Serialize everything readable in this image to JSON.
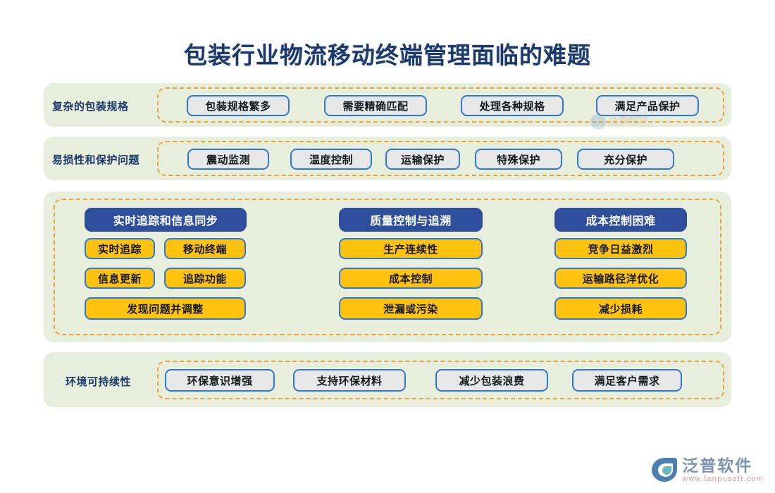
{
  "title": "包装行业物流移动终端管理面临的难题",
  "colors": {
    "title_navy": "#1b3a6b",
    "panel_green": "#e7eedc",
    "dashed_orange": "#e9a43c",
    "pill_border_blue": "#2f78cc",
    "pill_gray": "#e7e7e7",
    "pill_yellow": "#ffc20e",
    "pill_navy": "#2f4f9e",
    "page_background": "#ffffff"
  },
  "sections": [
    {
      "id": "packaging-specs",
      "label": "复杂的包装规格",
      "items": [
        "包装规格繁多",
        "需要精确匹配",
        "处理各种规格",
        "满足产品保护"
      ]
    },
    {
      "id": "fragility-protection",
      "label": "易损性和保护问题",
      "items": [
        "震动监测",
        "温度控制",
        "运输保护",
        "特殊保护",
        "充分保护"
      ]
    },
    {
      "id": "environment-sustainability",
      "label": "环境可持续性",
      "items": [
        "环保意识增强",
        "支持环保材料",
        "减少包装浪费",
        "满足客户需求"
      ]
    }
  ],
  "middle_columns": [
    {
      "id": "realtime-tracking",
      "header": "实时追踪和信息同步",
      "items": [
        "实时追踪",
        "移动终端",
        "信息更新",
        "追踪功能",
        "发现问题并调整"
      ]
    },
    {
      "id": "quality-control",
      "header": "质量控制与追溯",
      "items": [
        "生产连续性",
        "成本控制",
        "泄漏或污染"
      ]
    },
    {
      "id": "cost-control",
      "header": "成本控制困难",
      "items": [
        "竞争日益激烈",
        "运输路径洋优化",
        "减少损耗"
      ]
    }
  ],
  "watermark": {
    "cn": "泛普软件",
    "en": "FANPU SOFTWARE"
  },
  "brand": {
    "cn": "泛普软件",
    "en": "www.fanpusoft.com"
  }
}
